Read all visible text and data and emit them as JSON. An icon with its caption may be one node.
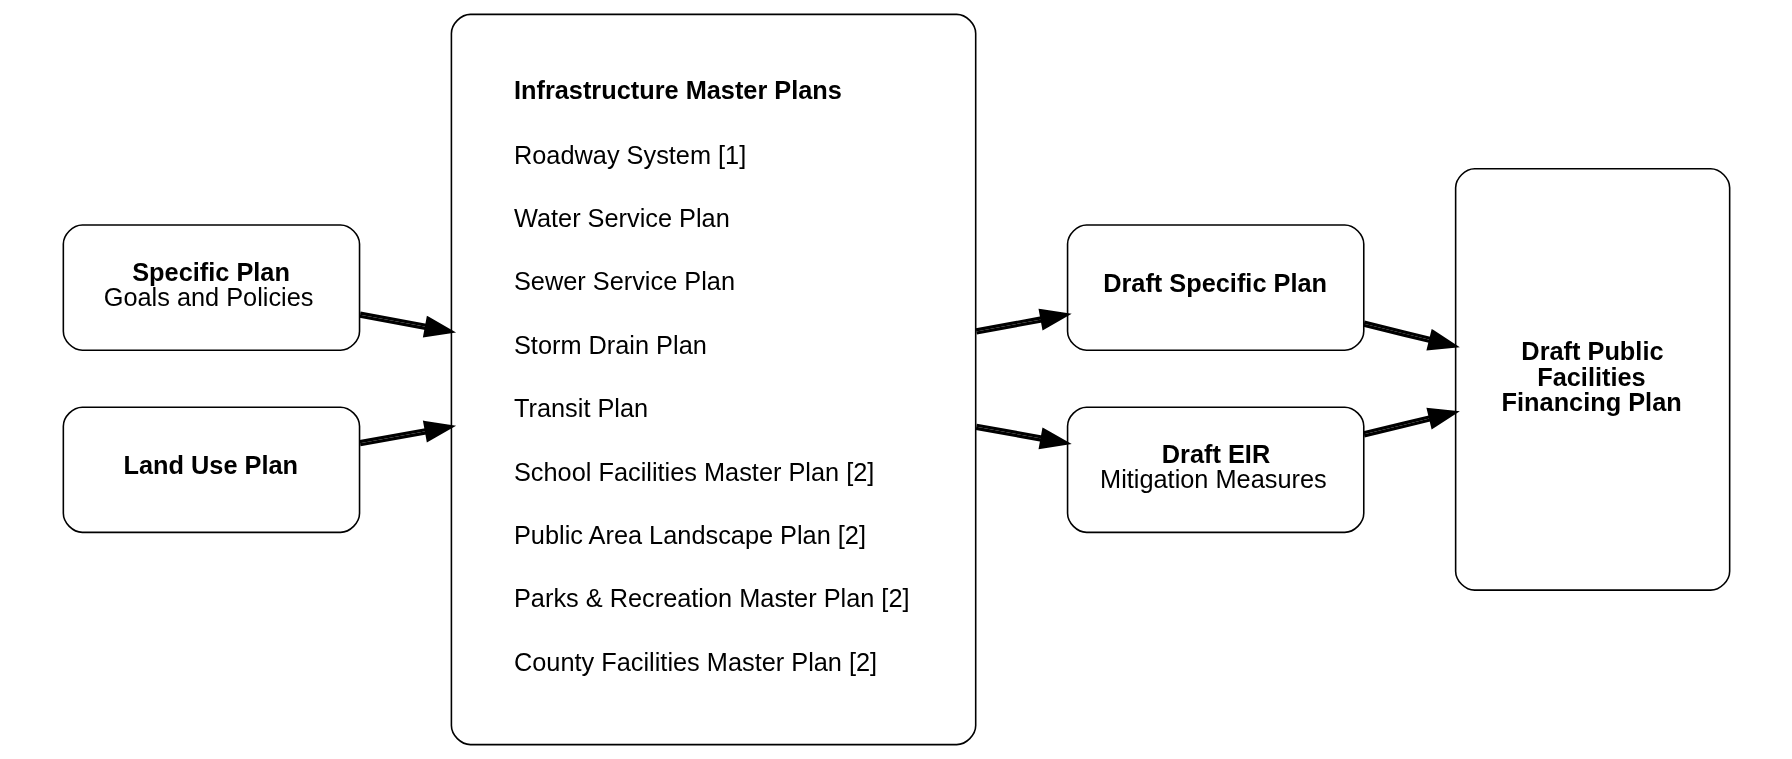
{
  "diagram": {
    "nodes": [
      {
        "text": [
          "Specific Plan",
          "Goals and Policies"
        ]
      },
      {
        "text": [
          "Land Use Plan"
        ]
      },
      {
        "text": [
          "Infrastructure Master Plans",
          "Roadway System [1]",
          "Water Service Plan",
          "Sewer Service Plan",
          "Storm Drain Plan",
          "Transit Plan",
          "School Facilities Master Plan [2]",
          "Public Area Landscape Plan [2]",
          "Parks & Recreation Master Plan [2]",
          "County Facilities Master Plan [2]"
        ]
      },
      {
        "text": [
          "Draft Specific Plan"
        ]
      },
      {
        "text": [
          "Draft EIR",
          "Mitigation Measures"
        ]
      },
      {
        "text": [
          "Draft Public Facilities Financing Plan"
        ]
      }
    ],
    "edges": [
      {
        "from": 0,
        "to": 2,
        "arrow": "to"
      },
      {
        "from": 1,
        "to": 2,
        "arrow": "to"
      },
      {
        "from": 2,
        "to": 3,
        "arrow": "to"
      },
      {
        "from": 2,
        "to": 4,
        "arrow": "to"
      },
      {
        "from": 3,
        "to": 5,
        "arrow": "to"
      },
      {
        "from": 4,
        "to": 5,
        "arrow": "to"
      }
    ]
  }
}
